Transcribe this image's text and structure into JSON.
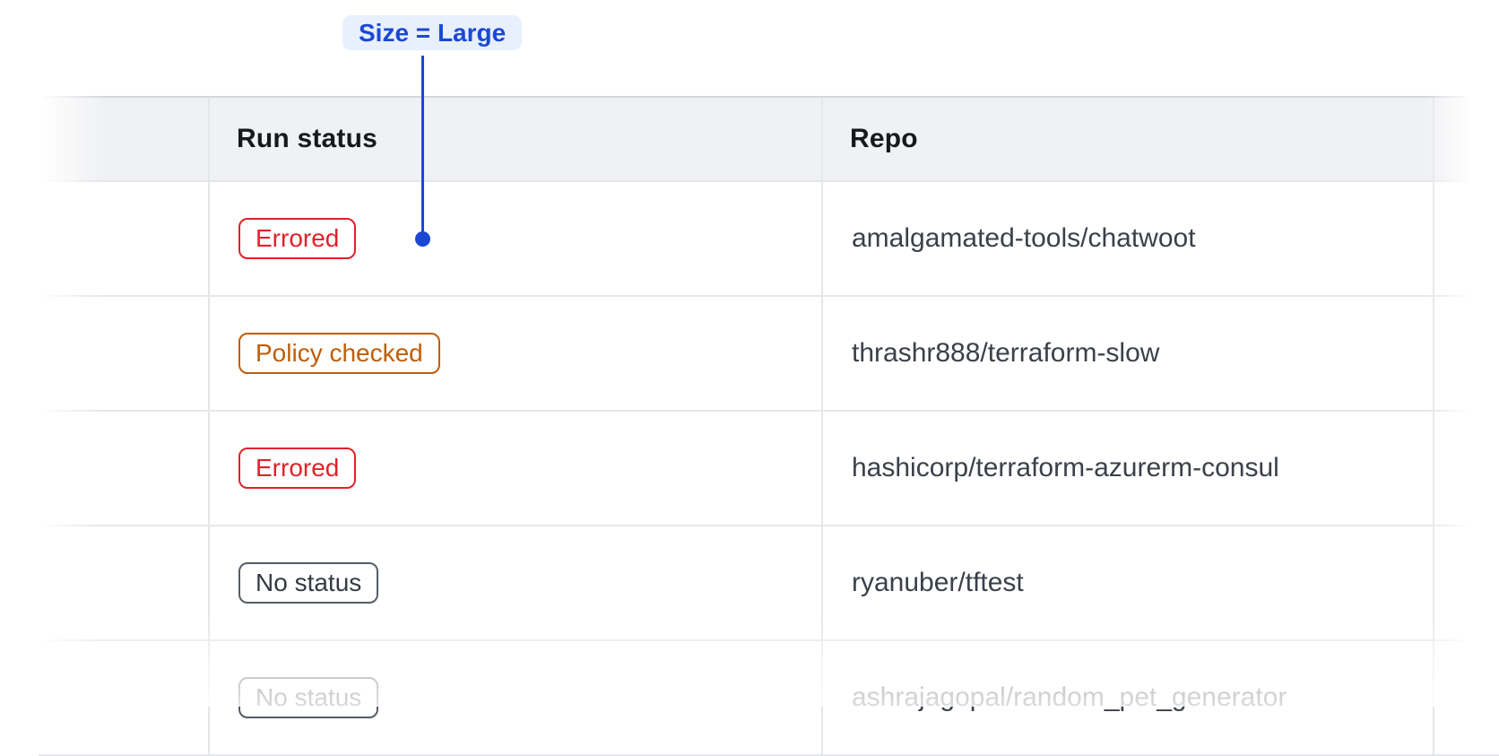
{
  "annotation": {
    "label": "Size = Large"
  },
  "colors": {
    "accent": "#1b48d3",
    "annotation_bg": "#e8f0fd",
    "header_bg": "#f0f1f3",
    "header_text": "#16191d",
    "body_text": "#3b404a"
  },
  "table": {
    "columns": {
      "select": "",
      "run_status": "Run status",
      "repo": "Repo"
    },
    "status_styles": {
      "errored": {
        "text": "#e0222a",
        "border": "#e0222a"
      },
      "policy-checked": {
        "text": "#c05d08",
        "border": "#c05d08"
      },
      "no-status": {
        "text": "#343a44",
        "border": "#555c69"
      }
    },
    "rows": [
      {
        "status": "Errored",
        "status_type": "errored",
        "repo": "amalgamated-tools/chatwoot"
      },
      {
        "status": "Policy checked",
        "status_type": "policy-checked",
        "repo": "thrashr888/terraform-slow"
      },
      {
        "status": "Errored",
        "status_type": "errored",
        "repo": "hashicorp/terraform-azurerm-consul"
      },
      {
        "status": "No status",
        "status_type": "no-status",
        "repo": "ryanuber/tftest"
      },
      {
        "status": "No status",
        "status_type": "no-status",
        "repo": "ashrajagopal/random_pet_generator"
      }
    ]
  }
}
